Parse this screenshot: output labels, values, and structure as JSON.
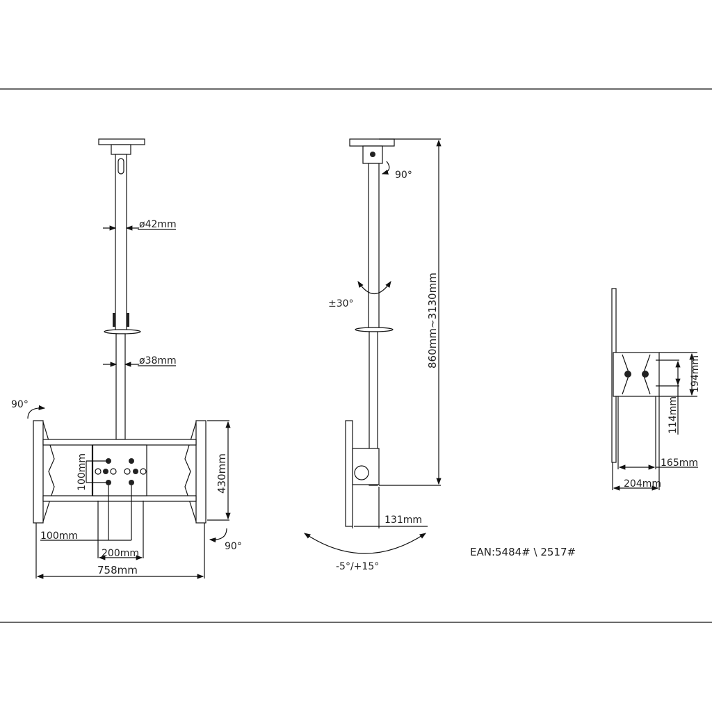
{
  "front_view": {
    "pole_upper_diameter": "ø42mm",
    "pole_lower_diameter": "ø38mm",
    "rotate_left": "90°",
    "rotate_right": "90°",
    "vesa_vertical": "100mm",
    "bracket_height": "430mm",
    "vesa_horizontal_small": "100mm",
    "vesa_horizontal_large": "200mm",
    "bracket_width": "758mm"
  },
  "side_view": {
    "head_rotation": "90°",
    "swivel": "±30°",
    "height_range": "860mm~3130mm",
    "wall_distance": "131mm",
    "tilt": "-5°/+15°"
  },
  "product_code": "EAN:5484# \\ 2517#",
  "detail_view": {
    "plate_height": "194mm",
    "hole_spacing": "114mm",
    "inner_width": "165mm",
    "outer_width": "204mm"
  }
}
